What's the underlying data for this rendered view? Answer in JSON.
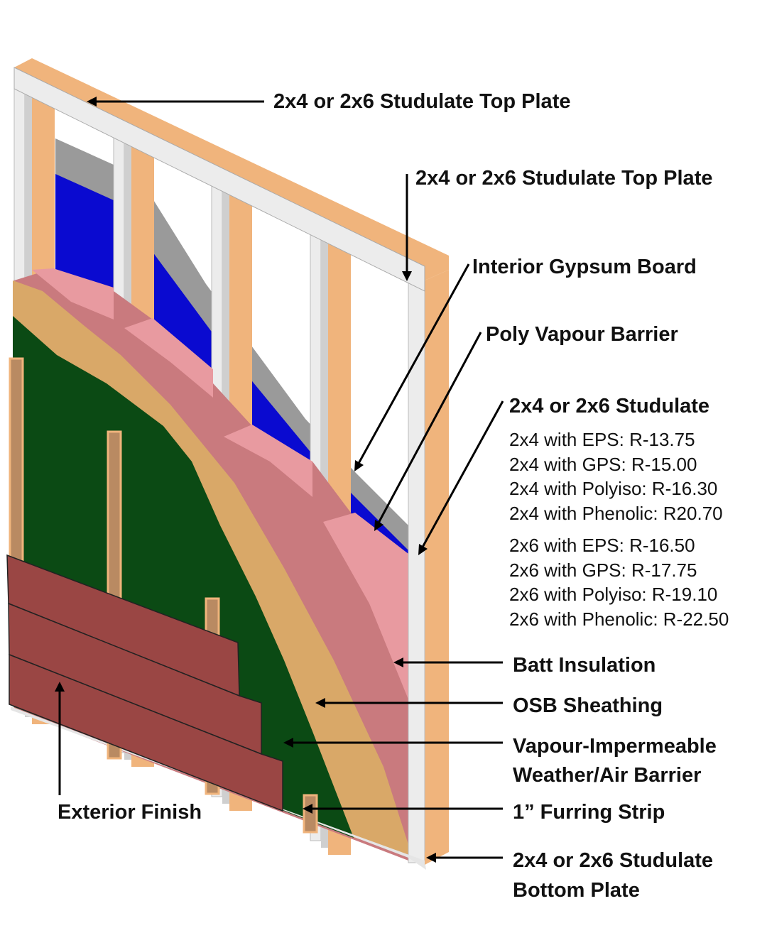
{
  "labels": {
    "top_plate_1": "2x4 or 2x6 Studulate Top Plate",
    "top_plate_2": "2x4 or 2x6 Studulate Top Plate",
    "gypsum": "Interior Gypsum Board",
    "vapour_barrier": "Poly Vapour Barrier",
    "studulate": "2x4 or 2x6 Studulate",
    "batt": "Batt Insulation",
    "osb": "OSB Sheathing",
    "weather_barrier_1": "Vapour-Impermeable",
    "weather_barrier_2": "Weather/Air Barrier",
    "furring": "1” Furring Strip",
    "bottom_plate_1": "2x4 or 2x6 Studulate",
    "bottom_plate_2": "Bottom Plate",
    "exterior": "Exterior Finish"
  },
  "r_values_2x4": [
    "2x4 with EPS: R-13.75",
    "2x4 with GPS: R-15.00",
    "2x4 with Polyiso: R-16.30",
    "2x4 with Phenolic: R20.70"
  ],
  "r_values_2x6": [
    "2x6 with EPS: R-16.50",
    "2x6 with GPS: R-17.75",
    "2x6 with Polyiso: R-19.10",
    "2x6 with Phenolic: R-22.50"
  ],
  "colors": {
    "wood": "#f0b47c",
    "steel": "#ececec",
    "gypsum": "#9a9a9a",
    "poly": "#0a0ad0",
    "batt": "#e89aa0",
    "batt_side": "#c97a7e",
    "osb": "#d9a868",
    "barrier": "#0b4a14",
    "siding": "#9a4644",
    "furring": "#b98a62"
  }
}
